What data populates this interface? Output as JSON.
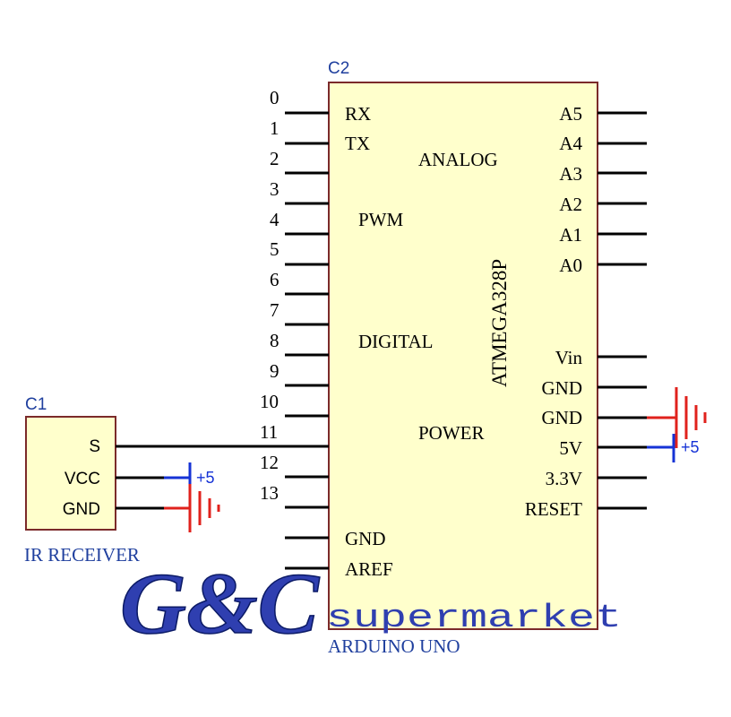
{
  "colors": {
    "body_fill": "#ffffcc",
    "outline": "#7b2a2a",
    "wire": "#000000",
    "label_blue": "#1f3f9e",
    "pos_blue": "#1633d6",
    "gnd_red": "#e0221c",
    "logo_blue": "#2f3fb0"
  },
  "c1": {
    "ref": "C1",
    "pins": [
      "S",
      "VCC",
      "GND"
    ],
    "name": "IR RECEIVER"
  },
  "c2": {
    "ref": "C2",
    "left_pin_numbers": [
      "0",
      "1",
      "2",
      "3",
      "4",
      "5",
      "6",
      "7",
      "8",
      "9",
      "10",
      "11",
      "12",
      "13"
    ],
    "left_labels": {
      "rx": "RX",
      "tx": "TX",
      "pwm": "PWM",
      "digital": "DIGITAL"
    },
    "bottom_left_labels": {
      "gnd": "GND",
      "aref": "AREF"
    },
    "right_pins_top": [
      "A5",
      "A4",
      "A3",
      "A2",
      "A1",
      "A0"
    ],
    "right_pins_power": [
      "Vin",
      "GND",
      "GND",
      "5V",
      "3.3V",
      "RESET"
    ],
    "group_labels": {
      "analog": "ANALOG",
      "power": "POWER"
    },
    "chip": "ATMEGA328P",
    "board_name": "ARDUINO UNO"
  },
  "power_symbols": {
    "plus5": "+5"
  },
  "logo": {
    "brand": "G&C",
    "tagline": "supermarket"
  }
}
